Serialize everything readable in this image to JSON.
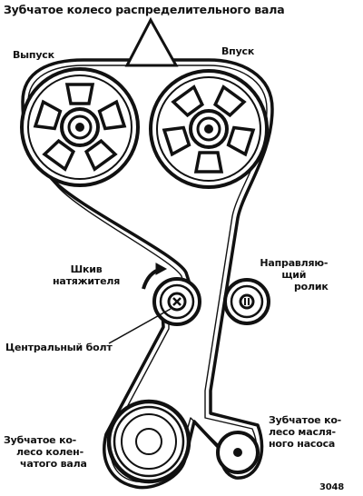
{
  "labels": {
    "title": "Зубчатое колесо распределительного вала",
    "exhaust": "Выпуск",
    "intake": "Впуск",
    "tensioner": [
      "Шкив",
      "натяжителя"
    ],
    "guide_roller": [
      "Направляю-",
      "щий",
      "ролик"
    ],
    "center_bolt": "Центральный болт",
    "crankshaft": [
      "Зубчатое ко-",
      "лесо колен-",
      "чатого вала"
    ],
    "oil_pump": [
      "Зубчатое ко-",
      "лесо масля-",
      "ного насоса"
    ],
    "figure_code": "3048"
  },
  "colors": {
    "ink": "#111111",
    "background": "#ffffff"
  }
}
